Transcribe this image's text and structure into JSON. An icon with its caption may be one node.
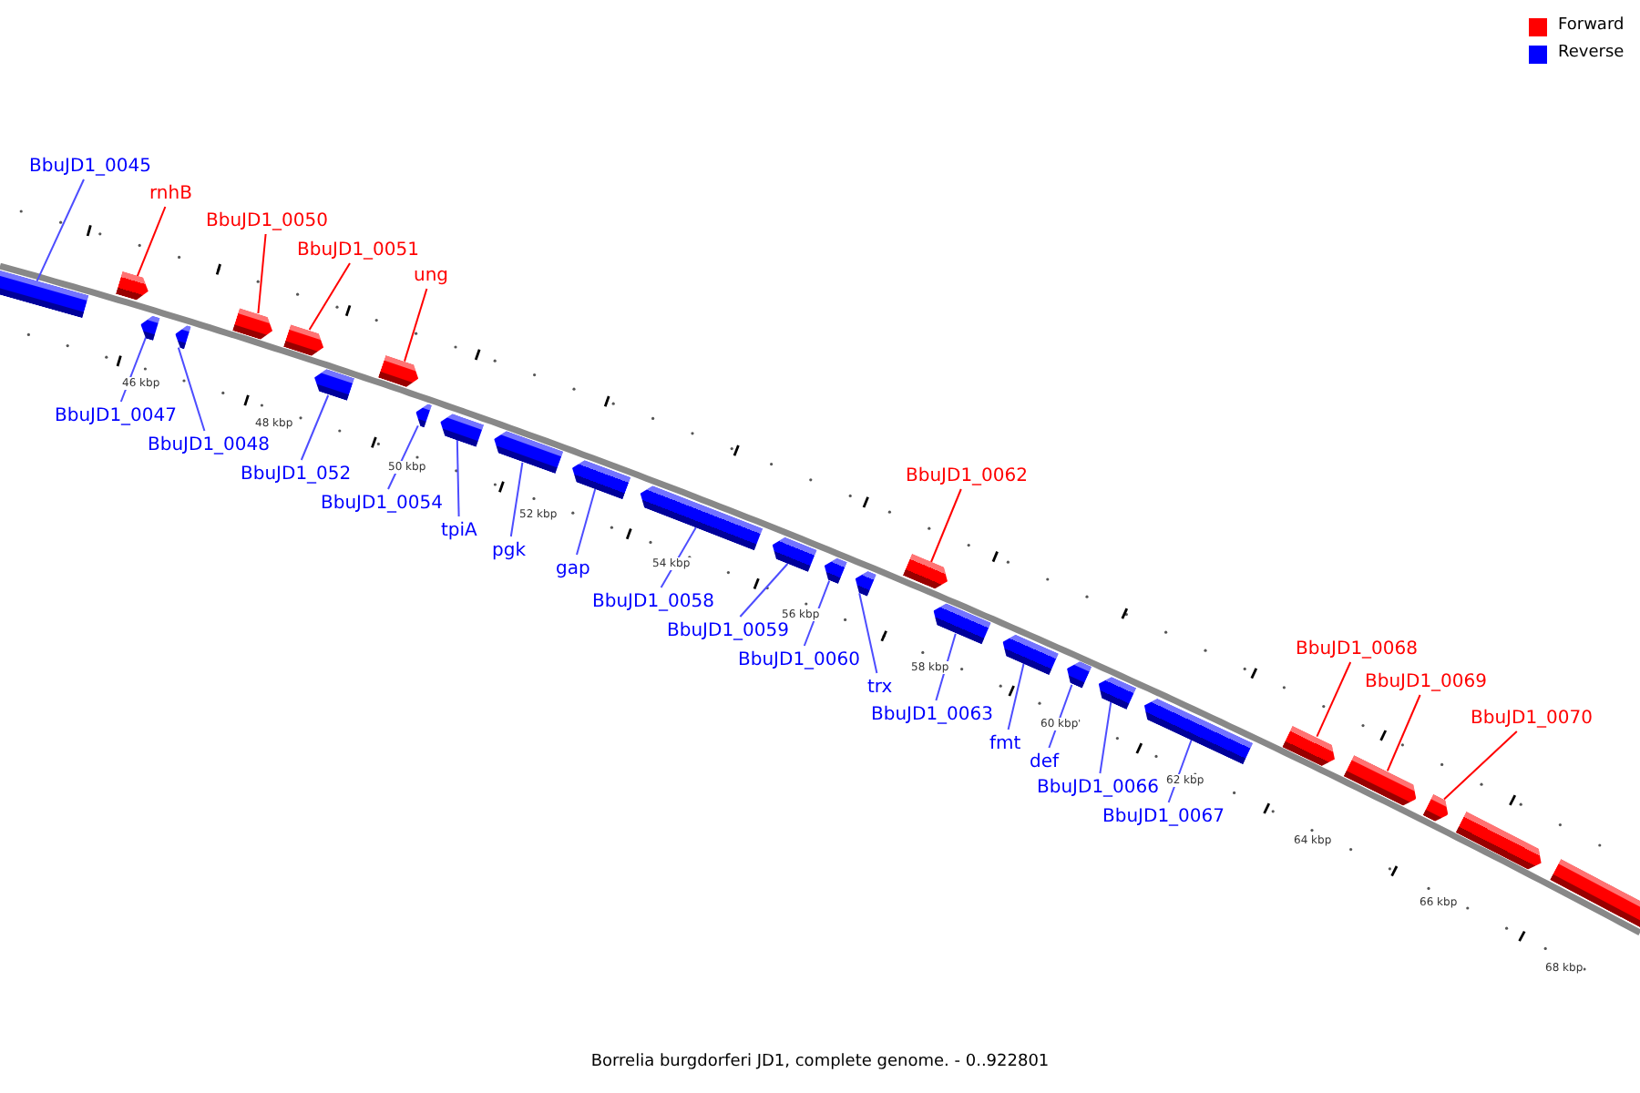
{
  "diagram": {
    "caption": "Borrelia burgdorferi JD1, complete genome. - 0..922801",
    "nodes": [
      {
        "text": [
          "BbuJD1_0045"
        ]
      },
      {
        "text": [],
        "shape": "bar"
      },
      {
        "text": [
          "rnhB"
        ]
      },
      {
        "text": [],
        "shape": "bar"
      },
      {
        "text": [
          "BbuJD1_0047"
        ]
      },
      {
        "text": [],
        "shape": "bar"
      },
      {
        "text": [
          "BbuJD1_0048"
        ]
      },
      {
        "text": [],
        "shape": "bar"
      },
      {
        "text": [
          "BbuJD1_0050"
        ]
      },
      {
        "text": [],
        "shape": "bar"
      },
      {
        "text": [
          "BbuJD1_0051"
        ]
      },
      {
        "text": [],
        "shape": "bar"
      },
      {
        "text": [
          "BbuJD1_052"
        ]
      },
      {
        "text": [],
        "shape": "bar"
      },
      {
        "text": [
          "ung"
        ]
      },
      {
        "text": [],
        "shape": "bar"
      },
      {
        "text": [
          "BbuJD1_0054"
        ]
      },
      {
        "text": [],
        "shape": "bar"
      },
      {
        "text": [
          "tpiA"
        ]
      },
      {
        "text": [],
        "shape": "bar"
      },
      {
        "text": [
          "pgk"
        ]
      },
      {
        "text": [],
        "shape": "bar"
      },
      {
        "text": [
          "gap"
        ]
      },
      {
        "text": [],
        "shape": "bar"
      },
      {
        "text": [
          "BbuJD1_0058"
        ]
      },
      {
        "text": [],
        "shape": "bar"
      },
      {
        "text": [
          "BbuJD1_0059"
        ]
      },
      {
        "text": [],
        "shape": "bar"
      },
      {
        "text": [
          "BbuJD1_0060"
        ]
      },
      {
        "text": [],
        "shape": "bar"
      },
      {
        "text": [
          "trx"
        ]
      },
      {
        "text": [],
        "shape": "bar"
      },
      {
        "text": [
          "BbuJD1_0062"
        ]
      },
      {
        "text": [],
        "shape": "bar"
      },
      {
        "text": [
          "BbuJD1_0063"
        ]
      },
      {
        "text": [],
        "shape": "bar"
      },
      {
        "text": [
          "fmt"
        ]
      },
      {
        "text": [],
        "shape": "bar"
      },
      {
        "text": [
          "def"
        ]
      },
      {
        "text": [],
        "shape": "bar"
      },
      {
        "text": [
          "BbuJD1_0066"
        ]
      },
      {
        "text": [],
        "shape": "bar"
      },
      {
        "text": [
          "BbuJD1_0067"
        ]
      },
      {
        "text": [],
        "shape": "bar"
      },
      {
        "text": [
          "BbuJD1_0068"
        ]
      },
      {
        "text": [],
        "shape": "bar"
      },
      {
        "text": [
          "BbuJD1_0069"
        ]
      },
      {
        "text": [],
        "shape": "bar"
      },
      {
        "text": [
          "BbuJD1_0070"
        ]
      },
      {
        "text": [],
        "shape": "bar"
      },
      {
        "text": [],
        "shape": "bar"
      },
      {
        "text": [],
        "shape": "bar"
      }
    ],
    "edges": [
      {
        "from": 0,
        "to": 1,
        "arrow": "none"
      },
      {
        "from": 2,
        "to": 3,
        "arrow": "none",
        "color": "#ff0000"
      },
      {
        "from": 4,
        "to": 5,
        "arrow": "none"
      },
      {
        "from": 6,
        "to": 7,
        "arrow": "none"
      },
      {
        "from": 8,
        "to": 9,
        "arrow": "none",
        "color": "#ff0000"
      },
      {
        "from": 10,
        "to": 11,
        "arrow": "none",
        "color": "#ff0000"
      },
      {
        "from": 12,
        "to": 13,
        "arrow": "none"
      },
      {
        "from": 14,
        "to": 15,
        "arrow": "none",
        "color": "#ff0000"
      },
      {
        "from": 16,
        "to": 17,
        "arrow": "none"
      },
      {
        "from": 18,
        "to": 19,
        "arrow": "none"
      },
      {
        "from": 20,
        "to": 21,
        "arrow": "none"
      },
      {
        "from": 22,
        "to": 23,
        "arrow": "none"
      },
      {
        "from": 24,
        "to": 25,
        "arrow": "none"
      },
      {
        "from": 26,
        "to": 27,
        "arrow": "none"
      },
      {
        "from": 28,
        "to": 29,
        "arrow": "none"
      },
      {
        "from": 30,
        "to": 31,
        "arrow": "none"
      },
      {
        "from": 32,
        "to": 33,
        "arrow": "none",
        "color": "#ff0000"
      },
      {
        "from": 34,
        "to": 35,
        "arrow": "none"
      },
      {
        "from": 36,
        "to": 37,
        "arrow": "none"
      },
      {
        "from": 38,
        "to": 39,
        "arrow": "none"
      },
      {
        "from": 40,
        "to": 41,
        "arrow": "none"
      },
      {
        "from": 42,
        "to": 43,
        "arrow": "none"
      },
      {
        "from": 44,
        "to": 45,
        "arrow": "none",
        "color": "#ff0000"
      },
      {
        "from": 46,
        "to": 47,
        "arrow": "none",
        "color": "#ff0000"
      },
      {
        "from": 48,
        "to": 49,
        "arrow": "none",
        "color": "#ff0000"
      }
    ],
    "labels": [
      "46 kbp",
      "48 kbp",
      "50 kbp",
      "52 kbp",
      "54 kbp",
      "56 kbp",
      "58 kbp",
      "60 kbp",
      "62 kbp",
      "64 kbp",
      "66 kbp",
      "68 kbp"
    ],
    "legend": [
      {
        "text": "Forward",
        "color": "#ff0000"
      },
      {
        "text": "Reverse",
        "color": "#0000ff"
      }
    ]
  }
}
